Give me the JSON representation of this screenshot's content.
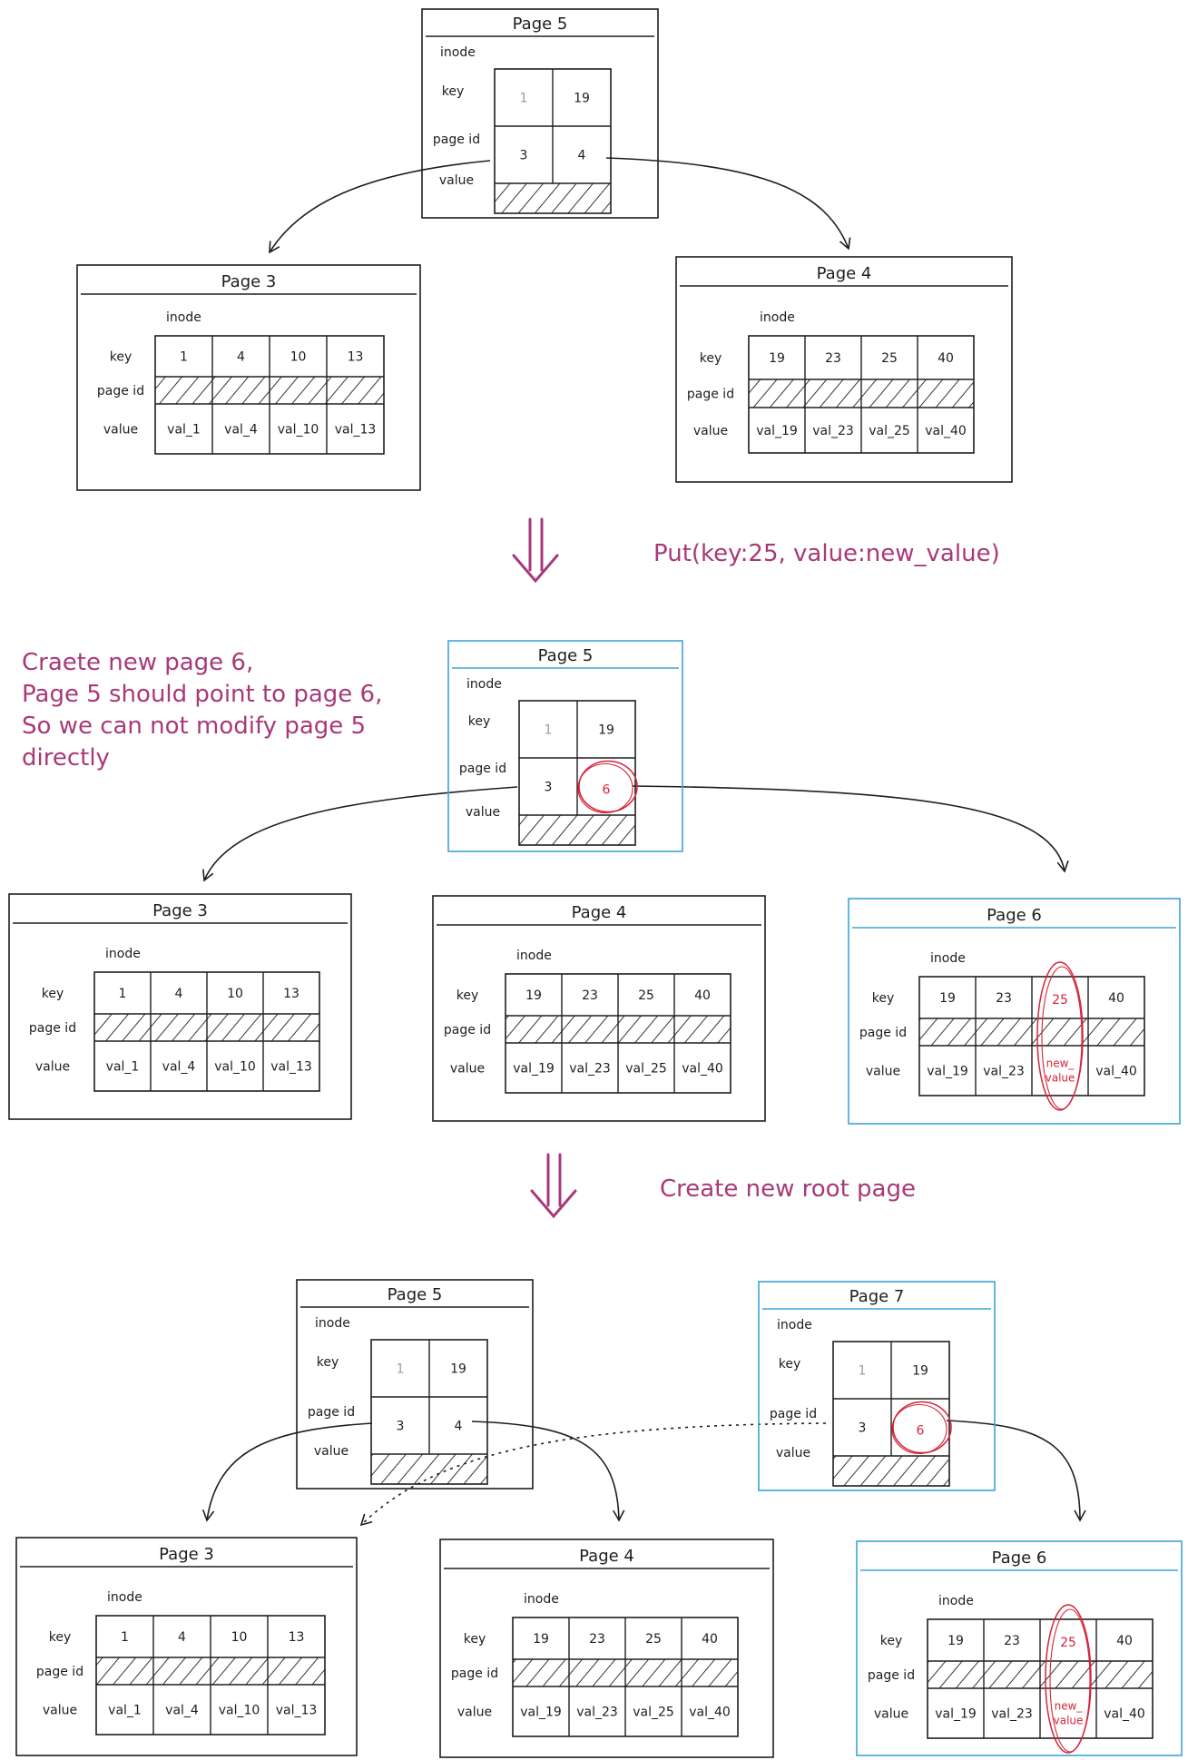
{
  "colors": {
    "ink": "#1e1e1e",
    "highlight_border": "#3ea3d8",
    "annotation": "#a83979",
    "change": "#d6243a",
    "faded": "#9a9a9a"
  },
  "row_labels": {
    "inode": "inode",
    "key": "key",
    "page_id": "page id",
    "value": "value"
  },
  "stage1": {
    "page5": {
      "title": "Page 5",
      "keys": [
        "1",
        "19"
      ],
      "page_ids": [
        "3",
        "4"
      ]
    },
    "page3": {
      "title": "Page 3",
      "keys": [
        "1",
        "4",
        "10",
        "13"
      ],
      "values": [
        "val_1",
        "val_4",
        "val_10",
        "val_13"
      ]
    },
    "page4": {
      "title": "Page 4",
      "keys": [
        "19",
        "23",
        "25",
        "40"
      ],
      "values": [
        "val_19",
        "val_23",
        "val_25",
        "val_40"
      ]
    }
  },
  "transition1": {
    "arrow_icon": "double-down-arrow-icon",
    "label": "Put(key:25, value:new_value)"
  },
  "stage2": {
    "note": [
      "Craete new page 6,",
      "Page 5 should point to page 6,",
      "So we can not modify page 5",
      "directly"
    ],
    "page5": {
      "title": "Page 5",
      "keys": [
        "1",
        "19"
      ],
      "page_ids": [
        "3",
        "6"
      ]
    },
    "page3": {
      "title": "Page 3",
      "keys": [
        "1",
        "4",
        "10",
        "13"
      ],
      "values": [
        "val_1",
        "val_4",
        "val_10",
        "val_13"
      ]
    },
    "page4": {
      "title": "Page 4",
      "keys": [
        "19",
        "23",
        "25",
        "40"
      ],
      "values": [
        "val_19",
        "val_23",
        "val_25",
        "val_40"
      ]
    },
    "page6": {
      "title": "Page 6",
      "keys": [
        "19",
        "23",
        "25",
        "40"
      ],
      "values": [
        "val_19",
        "val_23",
        "new_ value",
        "val_40"
      ]
    }
  },
  "transition2": {
    "arrow_icon": "double-down-arrow-icon",
    "label": "Create new root page"
  },
  "stage3": {
    "page5": {
      "title": "Page 5",
      "keys": [
        "1",
        "19"
      ],
      "page_ids": [
        "3",
        "4"
      ]
    },
    "page7": {
      "title": "Page 7",
      "keys": [
        "1",
        "19"
      ],
      "page_ids": [
        "3",
        "6"
      ]
    },
    "page3": {
      "title": "Page 3",
      "keys": [
        "1",
        "4",
        "10",
        "13"
      ],
      "values": [
        "val_1",
        "val_4",
        "val_10",
        "val_13"
      ]
    },
    "page4": {
      "title": "Page 4",
      "keys": [
        "19",
        "23",
        "25",
        "40"
      ],
      "values": [
        "val_19",
        "val_23",
        "val_25",
        "val_40"
      ]
    },
    "page6": {
      "title": "Page 6",
      "keys": [
        "19",
        "23",
        "25",
        "40"
      ],
      "values": [
        "val_19",
        "val_23",
        "new_ value",
        "val_40"
      ]
    }
  }
}
